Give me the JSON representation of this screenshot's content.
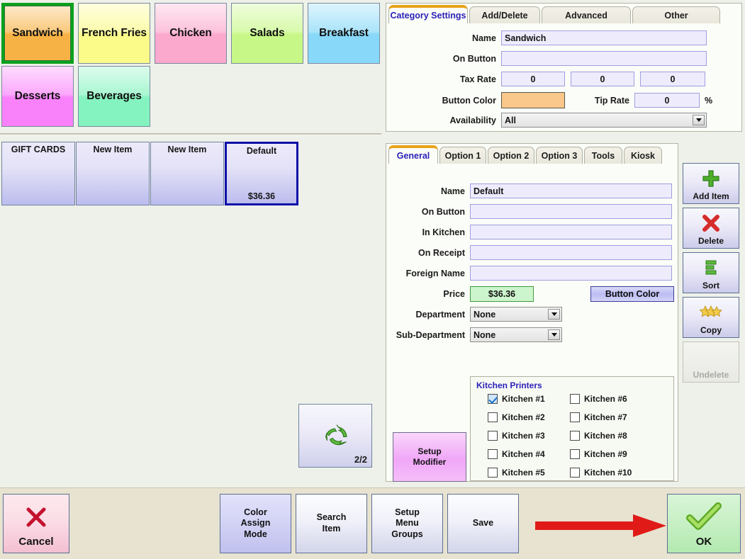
{
  "categories": [
    {
      "label": "Sandwich",
      "color": "#f7b245",
      "selected": true
    },
    {
      "label": "French Fries",
      "color": "#fbfb8a",
      "selected": false
    },
    {
      "label": "Chicken",
      "color": "#fba9cd",
      "selected": false
    },
    {
      "label": "Salads",
      "color": "#c7f887",
      "selected": false
    },
    {
      "label": "Breakfast",
      "color": "#87d8f9",
      "selected": false
    },
    {
      "label": "Desserts",
      "color": "#f982fb",
      "selected": false
    },
    {
      "label": "Beverages",
      "color": "#85f3bf",
      "selected": false
    }
  ],
  "items": [
    {
      "name": "GIFT CARDS",
      "price": "",
      "selected": false
    },
    {
      "name": "New Item",
      "price": "",
      "selected": false
    },
    {
      "name": "New Item",
      "price": "",
      "selected": false
    },
    {
      "name": "Default",
      "price": "$36.36",
      "selected": true
    }
  ],
  "page_nav": {
    "icon": "recycle-icon",
    "count": "2/2"
  },
  "category_panel": {
    "tabs": [
      {
        "label": "Category Settings",
        "active": true
      },
      {
        "label": "Add/Delete",
        "active": false
      },
      {
        "label": "Advanced",
        "active": false
      },
      {
        "label": "Other",
        "active": false
      }
    ],
    "fields": {
      "name_label": "Name",
      "name_value": "Sandwich",
      "on_button_label": "On Button",
      "on_button_value": "",
      "tax_rate_label": "Tax Rate",
      "tax_rate_1": "0",
      "tax_rate_2": "0",
      "tax_rate_3": "0",
      "button_color_label": "Button Color",
      "button_color_value": "#f9c88a",
      "tip_rate_label": "Tip Rate",
      "tip_rate_value": "0",
      "percent_sign": "%",
      "availability_label": "Availability",
      "availability_value": "All"
    }
  },
  "item_panel": {
    "tabs": [
      {
        "label": "General",
        "active": true
      },
      {
        "label": "Option 1",
        "active": false
      },
      {
        "label": "Option 2",
        "active": false
      },
      {
        "label": "Option 3",
        "active": false
      },
      {
        "label": "Tools",
        "active": false
      },
      {
        "label": "Kiosk",
        "active": false
      }
    ],
    "fields": {
      "name_label": "Name",
      "name_value": "Default",
      "on_button_label": "On Button",
      "on_button_value": "",
      "in_kitchen_label": "In Kitchen",
      "in_kitchen_value": "",
      "on_receipt_label": "On Receipt",
      "on_receipt_value": "",
      "foreign_name_label": "Foreign Name",
      "foreign_name_value": "",
      "price_label": "Price",
      "price_value": "$36.36",
      "button_color_label": "Button Color",
      "department_label": "Department",
      "department_value": "None",
      "sub_department_label": "Sub-Department",
      "sub_department_value": "None"
    },
    "setup_modifier_label_1": "Setup",
    "setup_modifier_label_2": "Modifier",
    "kitchen_printers": {
      "title": "Kitchen Printers",
      "left": [
        {
          "label": "Kitchen #1",
          "checked": true
        },
        {
          "label": "Kitchen #2",
          "checked": false
        },
        {
          "label": "Kitchen #3",
          "checked": false
        },
        {
          "label": "Kitchen #4",
          "checked": false
        },
        {
          "label": "Kitchen #5",
          "checked": false
        }
      ],
      "right": [
        {
          "label": "Kitchen #6",
          "checked": false
        },
        {
          "label": "Kitchen #7",
          "checked": false
        },
        {
          "label": "Kitchen #8",
          "checked": false
        },
        {
          "label": "Kitchen #9",
          "checked": false
        },
        {
          "label": "Kitchen #10",
          "checked": false
        }
      ]
    }
  },
  "side_actions": [
    {
      "label": "Add Item",
      "icon": "plus-icon",
      "disabled": false
    },
    {
      "label": "Delete",
      "icon": "x-icon",
      "disabled": false
    },
    {
      "label": "Sort",
      "icon": "sort-icon",
      "disabled": false
    },
    {
      "label": "Copy",
      "icon": "stars-icon",
      "disabled": false
    },
    {
      "label": "Undelete",
      "icon": "none",
      "disabled": true
    }
  ],
  "bottom_bar": {
    "cancel": "Cancel",
    "color_assign_line1": "Color",
    "color_assign_line2": "Assign",
    "color_assign_line3": "Mode",
    "search_line1": "Search",
    "search_line2": "Item",
    "setup_menu_line1": "Setup",
    "setup_menu_line2": "Menu",
    "setup_menu_line3": "Groups",
    "save": "Save",
    "ok": "OK"
  },
  "annotation": {
    "arrow_color": "#e01b17"
  }
}
